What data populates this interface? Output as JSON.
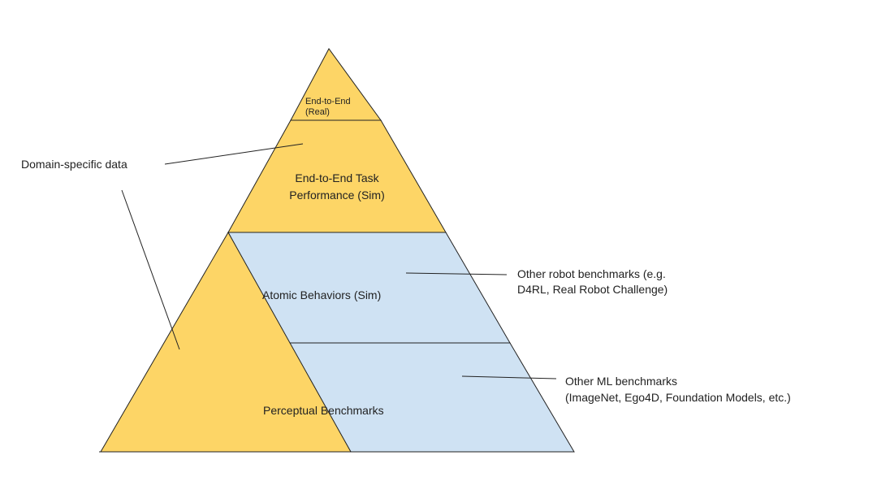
{
  "colors": {
    "domain_fill": "#fdd566",
    "benchmark_fill": "#cfe2f3",
    "stroke": "#222222"
  },
  "pyramid": {
    "top_label_line1": "End-to-End",
    "top_label_line2": "(Real)",
    "sim_label_line1": "End-to-End Task",
    "sim_label_line2": "Performance (Sim)",
    "atomic_label": "Atomic Behaviors (Sim)",
    "perceptual_label": "Perceptual Benchmarks"
  },
  "annotations": {
    "domain_specific": "Domain-specific data",
    "robot_benchmarks_line1": "Other robot benchmarks (e.g.",
    "robot_benchmarks_line2": "D4RL, Real Robot Challenge)",
    "ml_benchmarks_line1": "Other ML benchmarks",
    "ml_benchmarks_line2": "(ImageNet, Ego4D, Foundation Models, etc.)"
  }
}
